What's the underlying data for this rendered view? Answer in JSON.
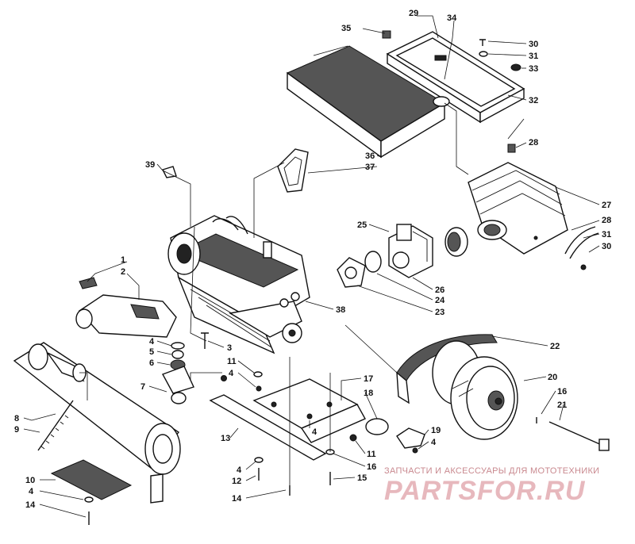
{
  "callouts": {
    "n35": "35",
    "n29": "29",
    "n34": "34",
    "n30a": "30",
    "n31a": "31",
    "n33": "33",
    "n32": "32",
    "n28a": "28",
    "n36": "36",
    "n37": "37",
    "n39": "39",
    "n27": "27",
    "n28b": "28",
    "n31b": "31",
    "n30b": "30",
    "n25": "25",
    "n26": "26",
    "n24": "24",
    "n23": "23",
    "n38": "38",
    "n1": "1",
    "n2": "2",
    "n3": "3",
    "n4a": "4",
    "n5": "5",
    "n6": "6",
    "n7": "7",
    "n8": "8",
    "n9": "9",
    "n22": "22",
    "n11a": "11",
    "n4b": "4",
    "n17": "17",
    "n18": "18",
    "n4c": "4",
    "n20": "20",
    "n16a": "16",
    "n21": "21",
    "n19": "19",
    "n4d": "4",
    "n11b": "11",
    "n16b": "16",
    "n13": "13",
    "n4e": "4",
    "n12": "12",
    "n15": "15",
    "n10": "10",
    "n4f": "4",
    "n14a": "14",
    "n14b": "14"
  },
  "watermark": {
    "tagline": "ЗАПЧАСТИ И АКСЕССУАРЫ ДЛЯ МОТОТЕХНИКИ",
    "brand": "PARTSFOR.RU"
  },
  "colors": {
    "ink": "#111111",
    "watermark": "#e7b8bd",
    "background": "#ffffff"
  }
}
